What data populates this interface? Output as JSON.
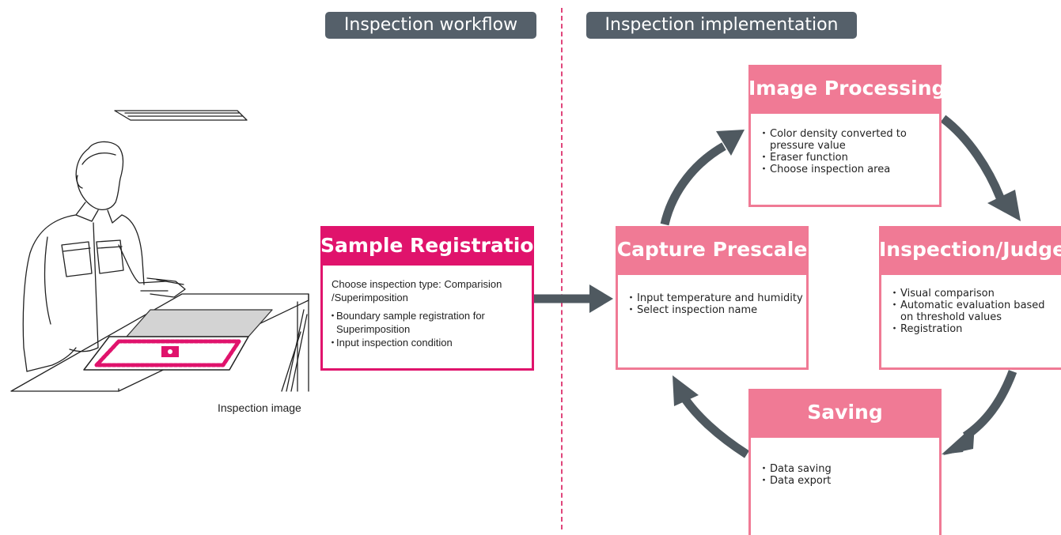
{
  "headers": {
    "workflow": "Inspection workflow",
    "implementation": "Inspection implementation"
  },
  "illustration": {
    "caption": "Inspection image"
  },
  "sample_registration": {
    "title": "Sample Registration",
    "description": "Choose inspection type: Comparision /Superimposition",
    "items": [
      "Boundary sample registration for Superimposition",
      "Input inspection condition"
    ]
  },
  "image_processing": {
    "title": "Image Processing",
    "items": [
      "Color density converted to pressure value",
      "Eraser function",
      "Choose inspection area"
    ]
  },
  "capture_prescale": {
    "title": "Capture Prescale",
    "items": [
      "Input temperature and humidity",
      "Select inspection name"
    ]
  },
  "inspection_judge": {
    "title": "Inspection/Judge",
    "items": [
      "Visual comparison",
      "Automatic evaluation based on threshold values",
      "Registration"
    ]
  },
  "saving": {
    "title": "Saving",
    "items": [
      "Data saving",
      "Data export"
    ]
  },
  "colors": {
    "header_bg": "#55606a",
    "process_pink": "#f07a95",
    "registration_magenta": "#e0136c",
    "arrow_gray": "#4f5960",
    "divider": "#e0457b"
  }
}
